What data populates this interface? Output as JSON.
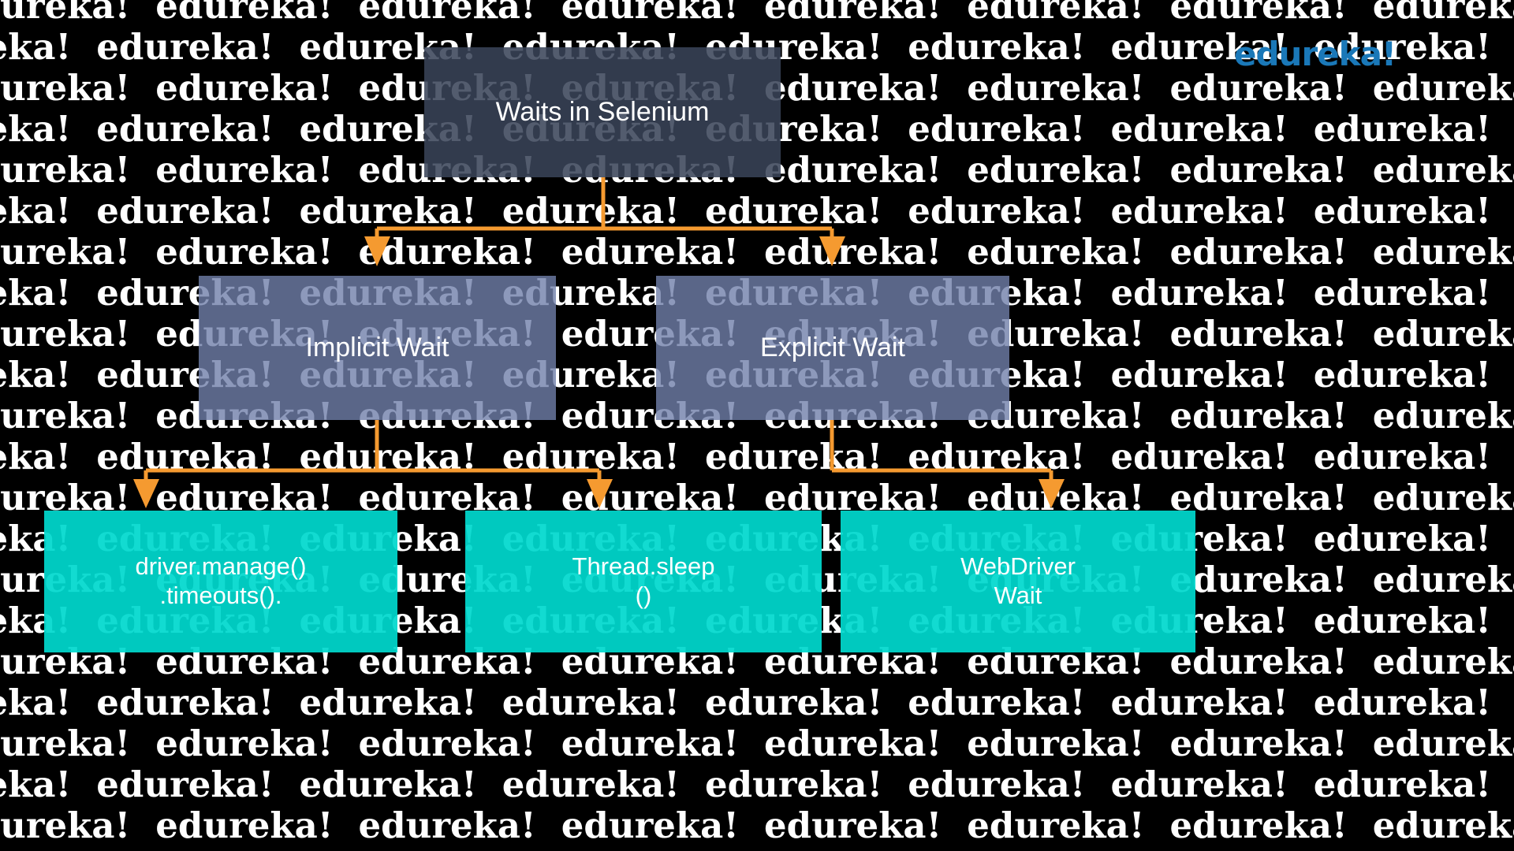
{
  "brand": {
    "logo_text": "edureka!",
    "logo_color": "#1a78b8"
  },
  "background": {
    "watermark_text": "edureka!",
    "watermark_color": "#ffffff",
    "page_color": "#000000",
    "rows": 21,
    "repeats_per_row": 9
  },
  "diagram": {
    "title": "Waits in Selenium",
    "connector_color": "#f59a30",
    "nodes": {
      "root": {
        "label": "Waits in Selenium",
        "color": "#394458"
      },
      "implicit": {
        "label": "Implicit Wait",
        "color": "#7080aa"
      },
      "explicit": {
        "label": "Explicit Wait",
        "color": "#7080aa"
      },
      "leaf_timeouts": {
        "label": "driver.manage()\n.timeouts().",
        "color": "#00d8cd"
      },
      "leaf_sleep": {
        "label": "Thread.sleep\n()",
        "color": "#00d8cd"
      },
      "leaf_webdriverwait": {
        "label": "WebDriver\nWait",
        "color": "#00d8cd"
      }
    }
  }
}
